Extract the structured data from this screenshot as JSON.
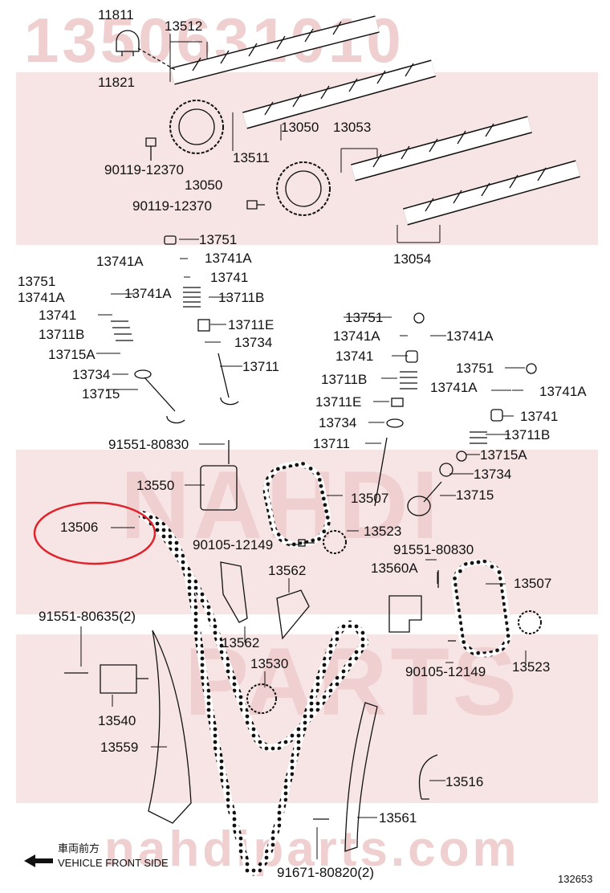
{
  "watermark": {
    "part_number": "1350631010",
    "site": "nahdiparts.com",
    "brand_row1": "NAHDI",
    "brand_row2": "PARTS"
  },
  "labels": {
    "p11811": "11811",
    "p11821": "11821",
    "p13512": "13512",
    "p13511": "13511",
    "p13050a": "13050",
    "p13050b": "13050",
    "p13053": "13053",
    "p13054": "13054",
    "p90119a": "90119-12370",
    "p90119b": "90119-12370",
    "p13751a": "13751",
    "p13741Aa": "13741A",
    "p13741Ab": "13741A",
    "p13751b": "13751",
    "p13741Ac": "13741A",
    "p13741Ad": "13741A",
    "p13741a": "13741",
    "p13711Ba": "13711B",
    "p13741b": "13741",
    "p13711Bb": "13711B",
    "p13711Ea": "13711E",
    "p13715Aa": "13715A",
    "p13734a": "13734",
    "p13734b": "13734",
    "p13711a": "13711",
    "p13715a": "13715",
    "p13751c": "13751",
    "p13741Ae": "13741A",
    "p13741Af": "13741A",
    "p13741c": "13741",
    "p13711Bc": "13711B",
    "p13711Eb": "13711E",
    "p13734c": "13734",
    "p13711b": "13711",
    "p13751d": "13751",
    "p13741Ag": "13741A",
    "p13741Ah": "13741A",
    "p13741d": "13741",
    "p13711Bd": "13711B",
    "p13715Ab": "13715A",
    "p13734d": "13734",
    "p13715b": "13715",
    "p91551a": "91551-80830",
    "p13550": "13550",
    "p13507a": "13507",
    "p13506": "13506",
    "p90105a": "90105-12149",
    "p13523a": "13523",
    "p91551b": "91551-80830",
    "p13562a": "13562",
    "p13560A": "13560A",
    "p13507b": "13507",
    "p91551c": "91551-80635(2)",
    "p13562b": "13562",
    "p13530": "13530",
    "p90105b": "90105-12149",
    "p13523b": "13523",
    "p13540": "13540",
    "p13559": "13559",
    "p13516": "13516",
    "p13561": "13561",
    "p91671": "91671-80820(2)",
    "front_jp": "車両前方",
    "front_en": "VEHICLE FRONT SIDE",
    "diagram_no": "132653"
  },
  "colors": {
    "highlight": "#e0222a",
    "watermark": "#efcfcf",
    "band": "#f7e4e4",
    "ink": "#111111"
  }
}
